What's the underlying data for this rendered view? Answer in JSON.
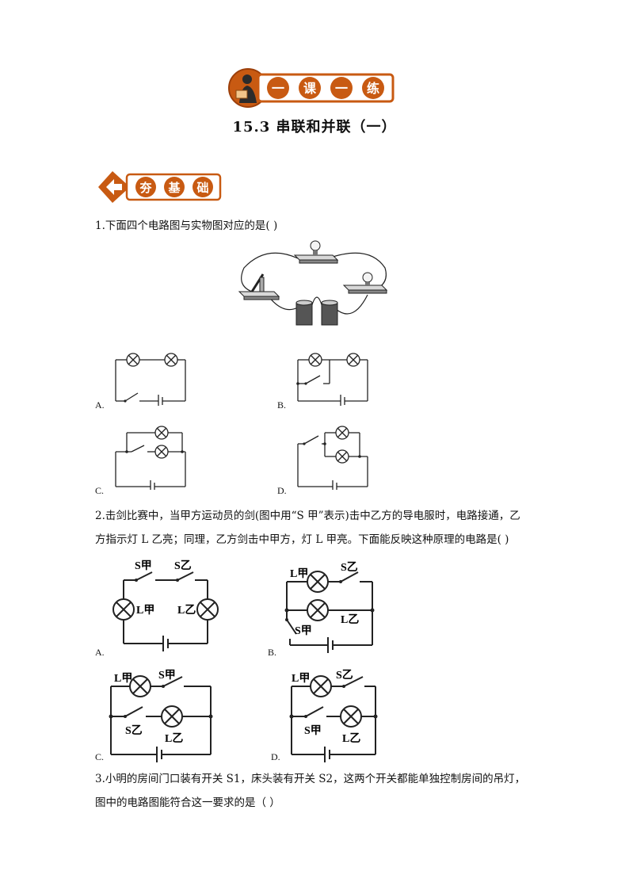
{
  "banner": {
    "chars": [
      "一",
      "课",
      "一",
      "练"
    ]
  },
  "title": "15.3  串联和并联（一）",
  "section": {
    "chars": [
      "夯",
      "基",
      "础"
    ]
  },
  "q1": {
    "text": "1.下面四个电路图与实物图对应的是(      )",
    "options": [
      "A.",
      "B.",
      "C.",
      "D."
    ]
  },
  "q2": {
    "line1": "2.击剑比赛中，当甲方运动员的剑(图中用“S 甲”表示)击中乙方的导电服时，电路接通，乙",
    "line2": "方指示灯 L 乙亮；同理，乙方剑击中甲方，灯 L 甲亮。下面能反映这种原理的电路是(      )",
    "options": [
      "A.",
      "B.",
      "C.",
      "D."
    ],
    "labels": {
      "s_jia": "S甲",
      "s_yi": "S乙",
      "l_jia": "L甲",
      "l_yi": "L乙"
    }
  },
  "q3": {
    "line1": "3.小明的房间门口装有开关 S1，床头装有开关 S2，这两个开关都能单独控制房间的吊灯，",
    "line2": "图中的电路图能符合这一要求的是（      ）"
  },
  "colors": {
    "badge": "#c85a12",
    "badge_dark": "#9c3f0a"
  }
}
